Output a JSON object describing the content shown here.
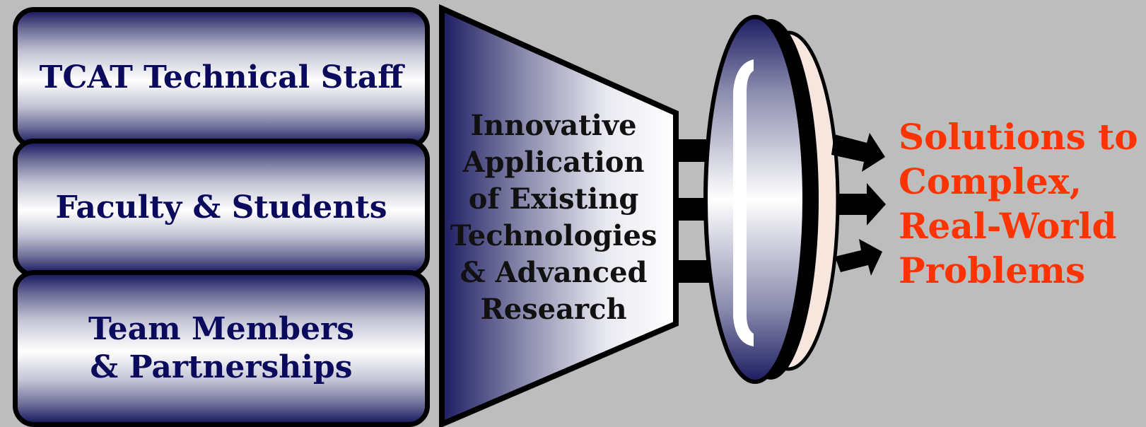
{
  "inputs": {
    "staff": [
      "TCAT Technical Staff"
    ],
    "faculty": [
      "Faculty & Students"
    ],
    "team": [
      "Team Members",
      "& Partnerships"
    ]
  },
  "process": {
    "lines": [
      "Innovative",
      "Application",
      "of Existing",
      "Technologies",
      "& Advanced",
      "Research"
    ]
  },
  "output": {
    "lines": [
      "Solutions to",
      "Complex,",
      "Real-World",
      "Problems"
    ],
    "color": "#ff3300"
  },
  "colors": {
    "background": "#bdbdbd",
    "navy": "#0b0b5e",
    "box_dark": "#1c1c62"
  },
  "icons": [
    "funnel-shape",
    "lens-shape",
    "arrow-right-icon"
  ]
}
